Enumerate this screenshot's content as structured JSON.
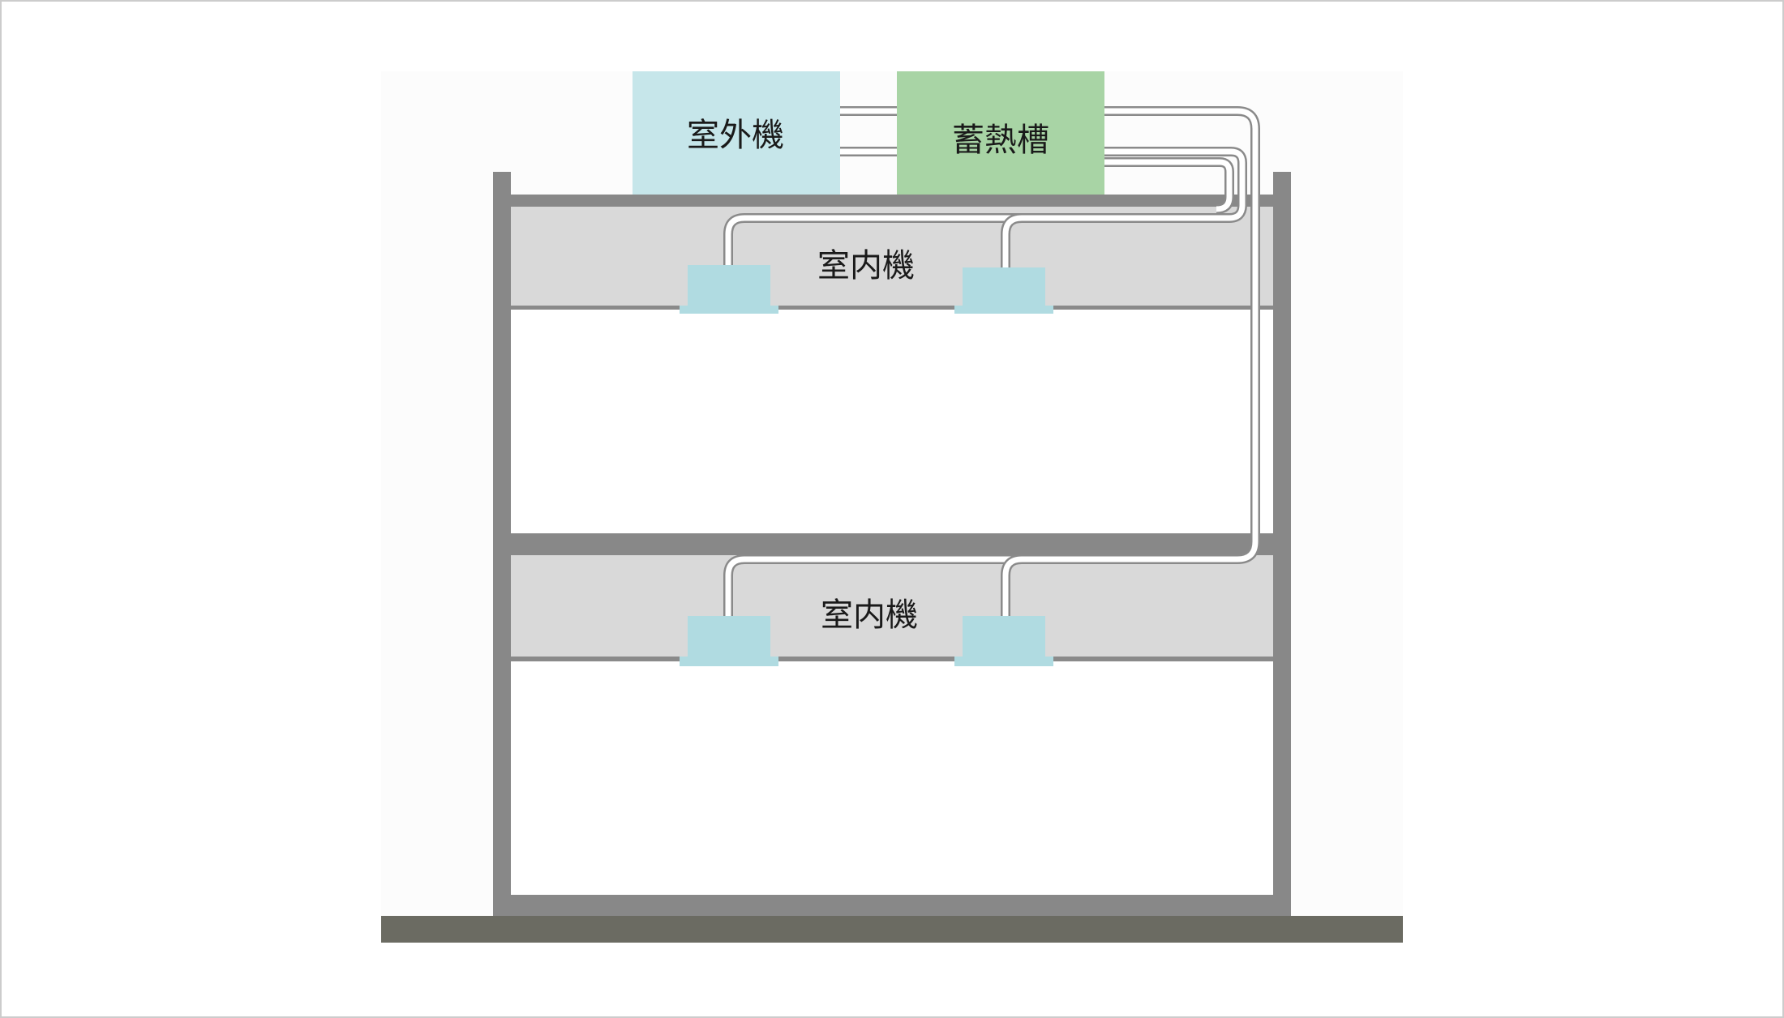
{
  "labels": {
    "outdoor_unit": "室外機",
    "thermal_storage_tank": "蓄熱槽",
    "indoor_unit_upper": "室内機",
    "indoor_unit_lower": "室内機"
  },
  "colors": {
    "background": "#ffffff",
    "frame_border": "#cccccc",
    "panel": "#fcfcfc",
    "wall": "#888888",
    "ceiling_band": "#d9d9d9",
    "floor_line": "#8a8a8a",
    "ground": "#6b6b62",
    "outdoor_unit": "#c6e6ea",
    "thermal_storage_tank": "#a8d4a5",
    "indoor_unit": "#b0dbe1",
    "pipe_outline": "#8a8a8a",
    "pipe_fill": "#ffffff"
  }
}
